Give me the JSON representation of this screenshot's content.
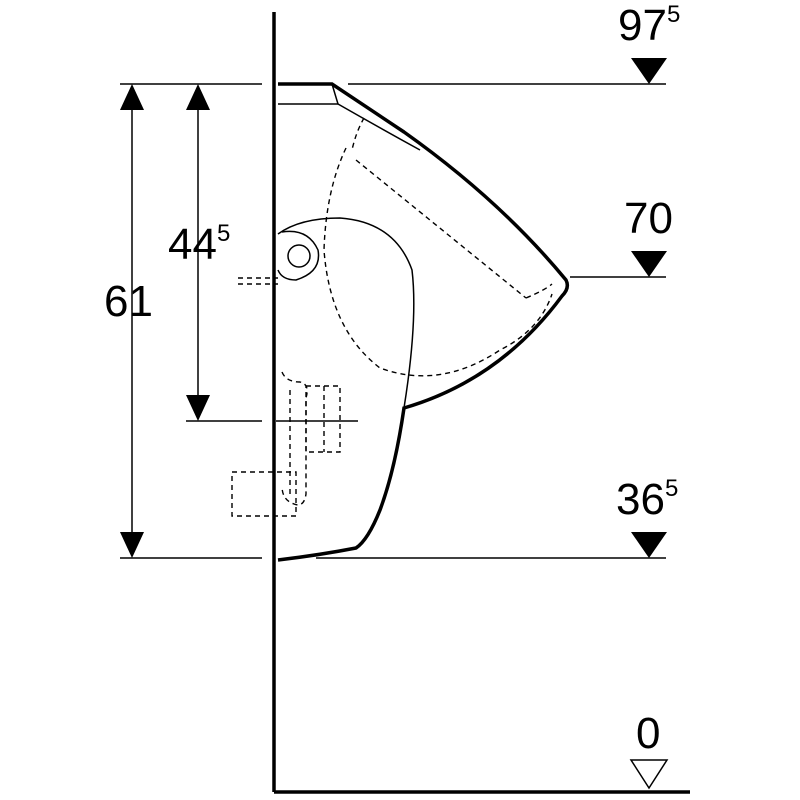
{
  "levels": {
    "top": {
      "main": "97",
      "sup": "5"
    },
    "mid": {
      "main": "70",
      "sup": ""
    },
    "low": {
      "main": "36",
      "sup": "5"
    },
    "floor": {
      "main": "0",
      "sup": ""
    }
  },
  "dimensions": {
    "overall": {
      "main": "61",
      "sup": ""
    },
    "inlet": {
      "main": "44",
      "sup": "5"
    }
  }
}
